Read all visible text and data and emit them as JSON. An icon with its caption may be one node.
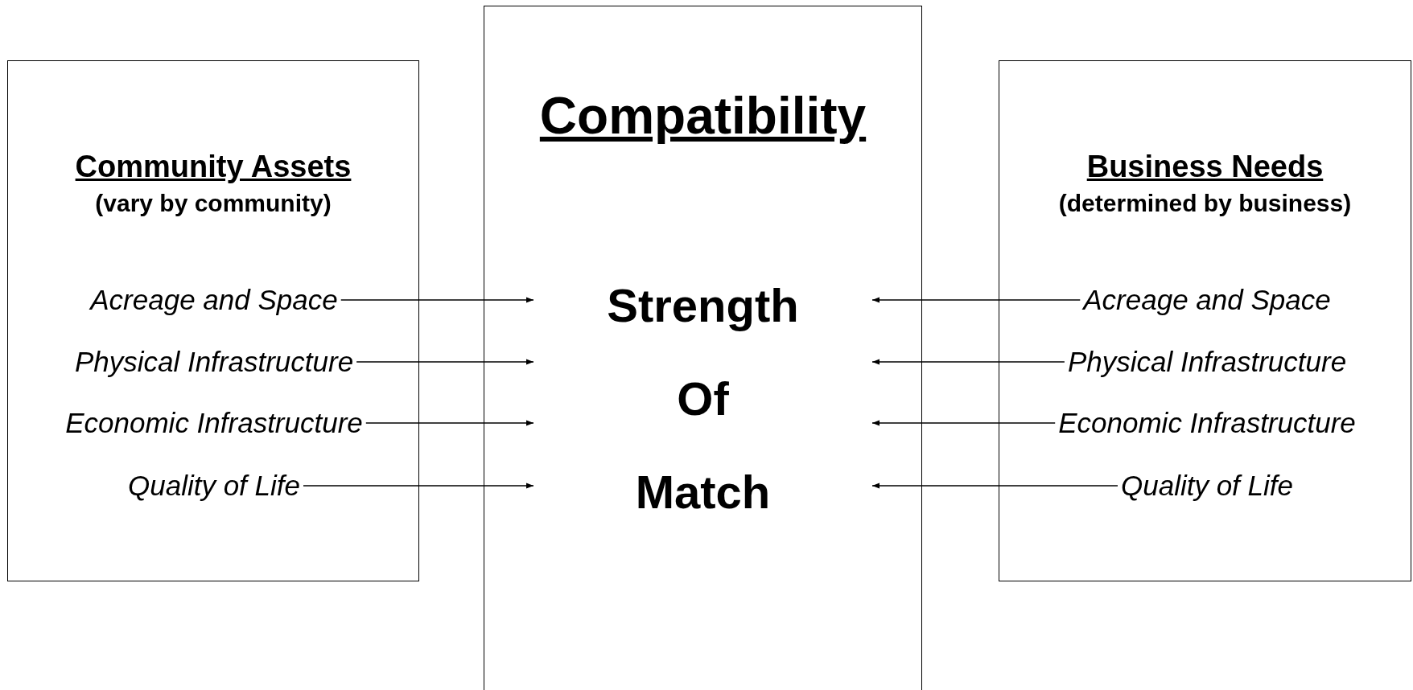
{
  "diagram": {
    "nodes": [
      {
        "text": [
          "Community Assets",
          "(vary by community)"
        ]
      },
      {
        "text": [
          "Acreage and Space"
        ],
        "in": 0
      },
      {
        "text": [
          "Physical Infrastructure"
        ],
        "in": 0
      },
      {
        "text": [
          "Economic Infrastructure"
        ],
        "in": 0
      },
      {
        "text": [
          "Quality of Life"
        ],
        "in": 0
      },
      {
        "text": [
          "Compatibility",
          "Strength Of Match"
        ]
      },
      {
        "text": [
          "Business Needs",
          "(determined by business)"
        ]
      },
      {
        "text": [
          "Acreage and Space"
        ],
        "in": 6
      },
      {
        "text": [
          "Physical Infrastructure"
        ],
        "in": 6
      },
      {
        "text": [
          "Economic Infrastructure"
        ],
        "in": 6
      },
      {
        "text": [
          "Quality of Life"
        ],
        "in": 6
      }
    ],
    "edges": [
      {
        "from": 1,
        "to": 5,
        "arrow": "to"
      },
      {
        "from": 2,
        "to": 5,
        "arrow": "to"
      },
      {
        "from": 3,
        "to": 5,
        "arrow": "to"
      },
      {
        "from": 4,
        "to": 5,
        "arrow": "to"
      },
      {
        "from": 7,
        "to": 5,
        "arrow": "to"
      },
      {
        "from": 8,
        "to": 5,
        "arrow": "to"
      },
      {
        "from": 9,
        "to": 5,
        "arrow": "to"
      },
      {
        "from": 10,
        "to": 5,
        "arrow": "to"
      }
    ]
  }
}
